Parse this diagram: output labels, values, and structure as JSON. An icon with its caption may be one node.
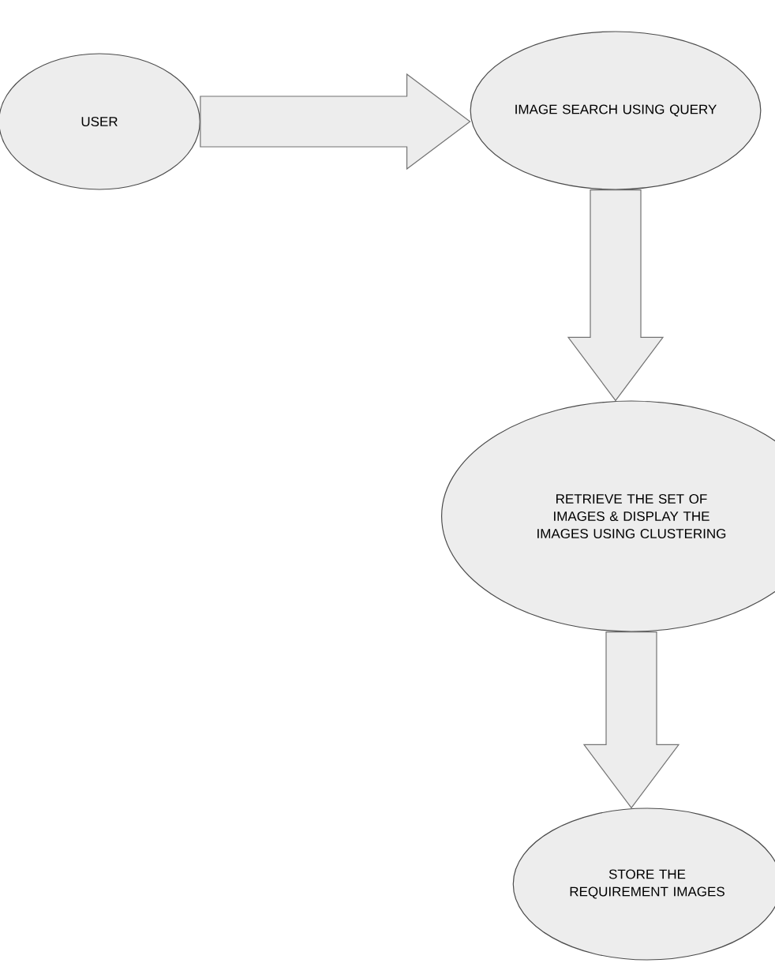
{
  "diagram": {
    "nodes": [
      {
        "text": [
          "USER"
        ]
      },
      {
        "text": [
          "IMAGE SEARCH USING QUERY"
        ]
      },
      {
        "text": [
          "RETRIEVE THE SET OF IMAGES & DISPLAY THE IMAGES USING CLUSTERING"
        ]
      },
      {
        "text": [
          "STORE THE REQUIREMENT IMAGES"
        ]
      }
    ],
    "edges": [
      {
        "from": 0,
        "to": 1,
        "arrow": "to"
      },
      {
        "from": 1,
        "to": 2,
        "arrow": "to"
      },
      {
        "from": 2,
        "to": 3,
        "arrow": "to"
      }
    ]
  }
}
